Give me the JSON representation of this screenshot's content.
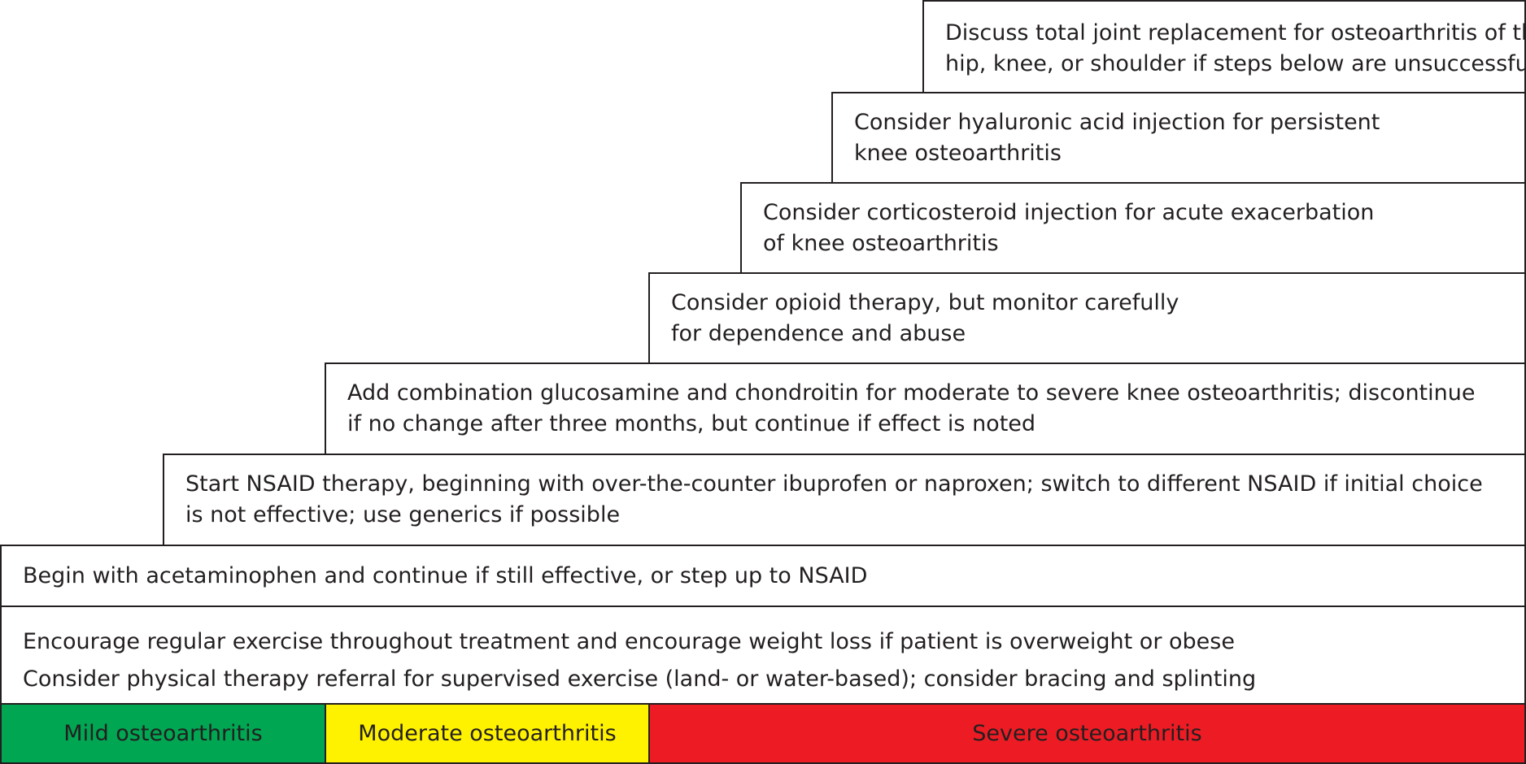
{
  "steps": [
    {
      "lines": [
        "Discuss total joint replacement for osteoarthritis of the",
        "hip, knee, or shoulder if steps below are unsuccessful"
      ]
    },
    {
      "lines": [
        "Consider hyaluronic acid injection for persistent",
        "knee osteoarthritis"
      ]
    },
    {
      "lines": [
        "Consider corticosteroid injection for acute exacerbation",
        "of knee osteoarthritis"
      ]
    },
    {
      "lines": [
        "Consider opioid therapy, but monitor carefully",
        "for dependence and abuse"
      ]
    },
    {
      "lines": [
        "Add combination glucosamine and chondroitin for moderate to severe knee osteoarthritis; discontinue",
        "if no change after three months, but continue if effect is noted"
      ]
    },
    {
      "lines": [
        "Start NSAID therapy, beginning with over-the-counter ibuprofen or naproxen; switch to different NSAID if initial choice",
        "is not effective; use generics if possible"
      ]
    },
    {
      "lines": [
        "Begin with acetaminophen and continue if still effective, or step up to NSAID"
      ]
    },
    {
      "lines": [
        "Encourage regular exercise throughout treatment and encourage weight loss if patient is overweight or obese",
        "Consider physical therapy referral for supervised exercise (land- or water-based); consider bracing and splinting"
      ]
    }
  ],
  "severity": {
    "mild": {
      "label": "Mild osteoarthritis",
      "color": "#00a651"
    },
    "moderate": {
      "label": "Moderate osteoarthritis",
      "color": "#fff200"
    },
    "severe": {
      "label": "Severe osteoarthritis",
      "color": "#ed1c24"
    }
  }
}
